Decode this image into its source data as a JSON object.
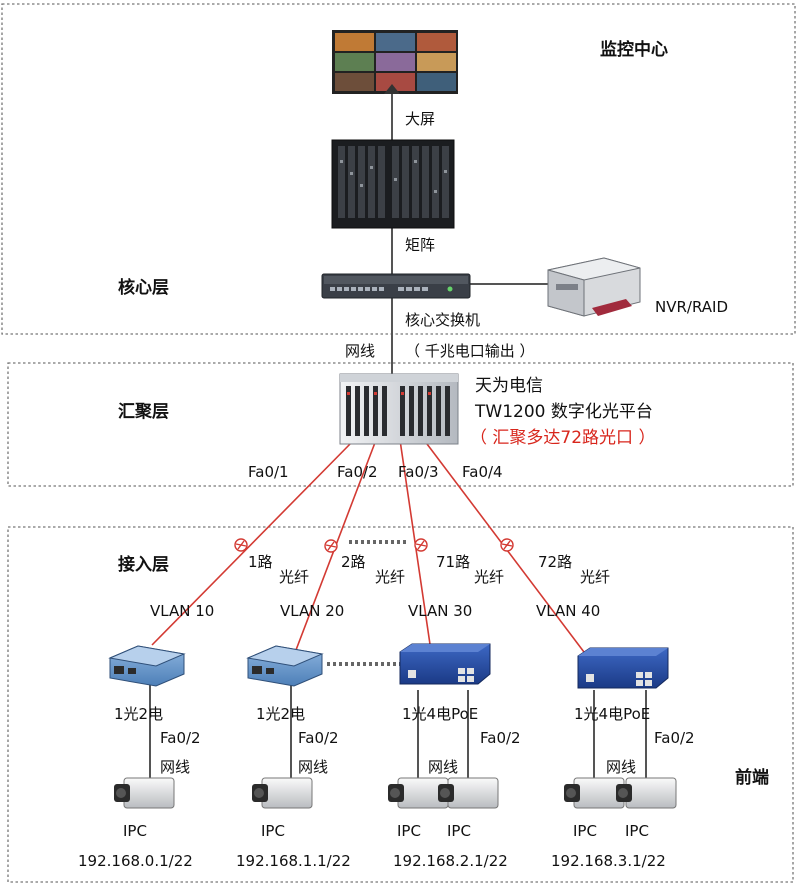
{
  "zones": {
    "monitor_center": "监控中心",
    "core_layer": "核心层",
    "aggregation_layer": "汇聚层",
    "access_layer": "接入层",
    "front_end": "前端"
  },
  "devices": {
    "big_screen": "大屏",
    "matrix": "矩阵",
    "core_switch": "核心交换机",
    "nvr": "NVR/RAID"
  },
  "uplink": {
    "cable": "网线",
    "output": "（ 千兆电口输出 ）"
  },
  "platform": {
    "line1": "天为电信",
    "line2": "TW1200 数字化光平台",
    "line3": "（ 汇聚多达72路光口 ）"
  },
  "ports": [
    "Fa0/1",
    "Fa0/2",
    "Fa0/3",
    "Fa0/4"
  ],
  "fiber_label": "光纤",
  "branches": [
    {
      "fiber": "1路",
      "vlan": "VLAN 10",
      "converter": "1光2电",
      "port": "Fa0/2",
      "cable": "网线",
      "cameras": [
        "IPC"
      ],
      "ip": "192.168.0.1/22"
    },
    {
      "fiber": "2路",
      "vlan": "VLAN 20",
      "converter": "1光2电",
      "port": "Fa0/2",
      "cable": "网线",
      "cameras": [
        "IPC"
      ],
      "ip": "192.168.1.1/22"
    },
    {
      "fiber": "71路",
      "vlan": "VLAN 30",
      "converter": "1光4电PoE",
      "port": "Fa0/2",
      "cable": "网线",
      "cameras": [
        "IPC",
        "IPC"
      ],
      "ip": "192.168.2.1/22"
    },
    {
      "fiber": "72路",
      "vlan": "VLAN 40",
      "converter": "1光4电PoE",
      "port": "Fa0/2",
      "cable": "网线",
      "cameras": [
        "IPC",
        "IPC"
      ],
      "ip": "192.168.3.1/22"
    }
  ],
  "colors": {
    "fiber": "#d33a33",
    "copper": "#555555",
    "zone_border": "#777777",
    "accent_red": "#d8261c",
    "poe_switch": "#2a4fa0"
  }
}
